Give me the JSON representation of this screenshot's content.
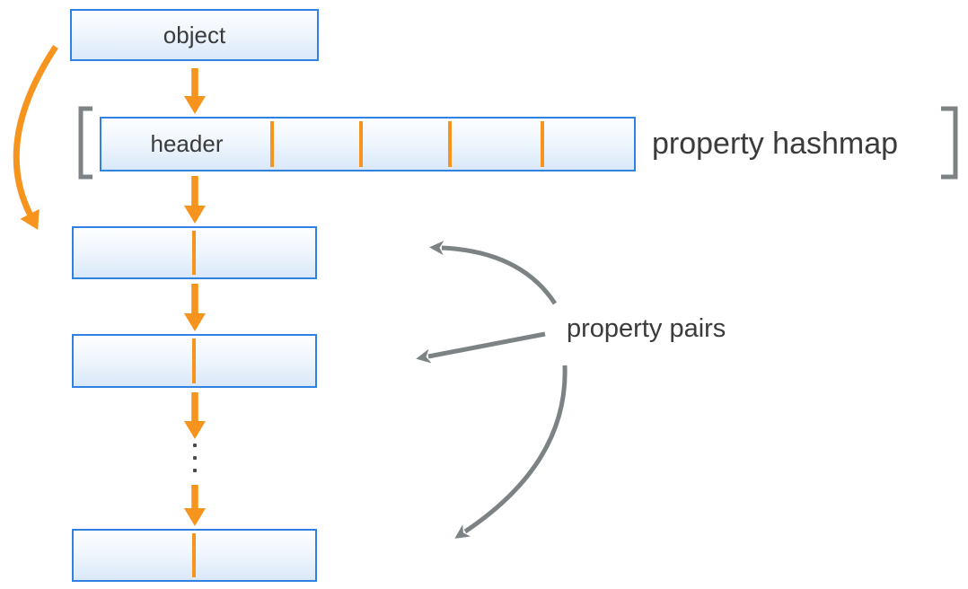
{
  "diagram": {
    "object_box": {
      "label": "object"
    },
    "hashmap_row": {
      "header_label": "header",
      "caption": "property hashmap",
      "slot_divider_count": 4
    },
    "property_pairs": {
      "caption": "property pairs",
      "visible_box_count": 3,
      "ellipsis_dot_count": 3
    },
    "colors": {
      "accent_orange": "#F7941E",
      "box_border_blue": "#2F82E2",
      "box_fill_top": "#FDFEFF",
      "box_fill_bottom": "#D9E8F9",
      "connector_gray": "#7D8285",
      "text_dark": "#3B3B3D",
      "background": "#FFFFFF"
    }
  }
}
